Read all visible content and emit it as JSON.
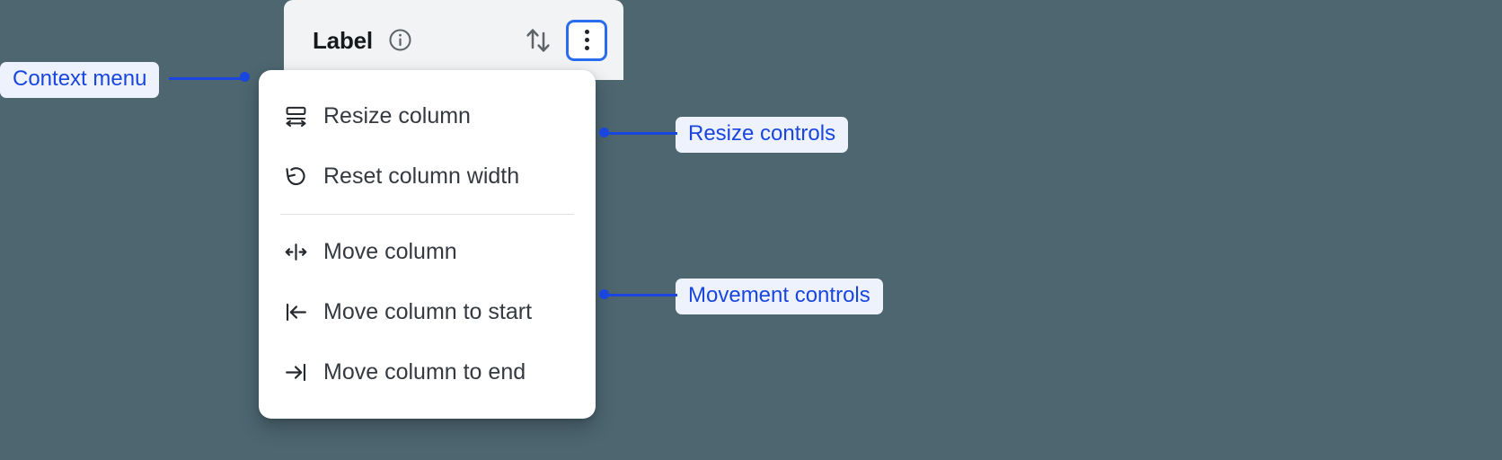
{
  "canvas": {
    "background_color": "#4d6670",
    "accent_color": "#1a46e0",
    "focus_ring_color": "#2a6cf0"
  },
  "column_header": {
    "title": "Label",
    "info_icon": "info-circle-icon",
    "sort_icon": "sort-up-down-icon",
    "kebab_icon": "more-vertical-icon",
    "background_color": "#f1f3f4"
  },
  "context_menu": {
    "groups": [
      {
        "name": "resize",
        "items": [
          {
            "icon": "resize-column-icon",
            "label": "Resize column"
          },
          {
            "icon": "reset-width-icon",
            "label": "Reset column width"
          }
        ]
      },
      {
        "name": "movement",
        "items": [
          {
            "icon": "move-column-icon",
            "label": "Move column"
          },
          {
            "icon": "move-to-start-icon",
            "label": "Move column to start"
          },
          {
            "icon": "move-to-end-icon",
            "label": "Move column to end"
          }
        ]
      }
    ]
  },
  "annotations": [
    {
      "id": "context-menu",
      "label": "Context menu"
    },
    {
      "id": "resize",
      "label": "Resize controls"
    },
    {
      "id": "movement",
      "label": "Movement controls"
    }
  ]
}
